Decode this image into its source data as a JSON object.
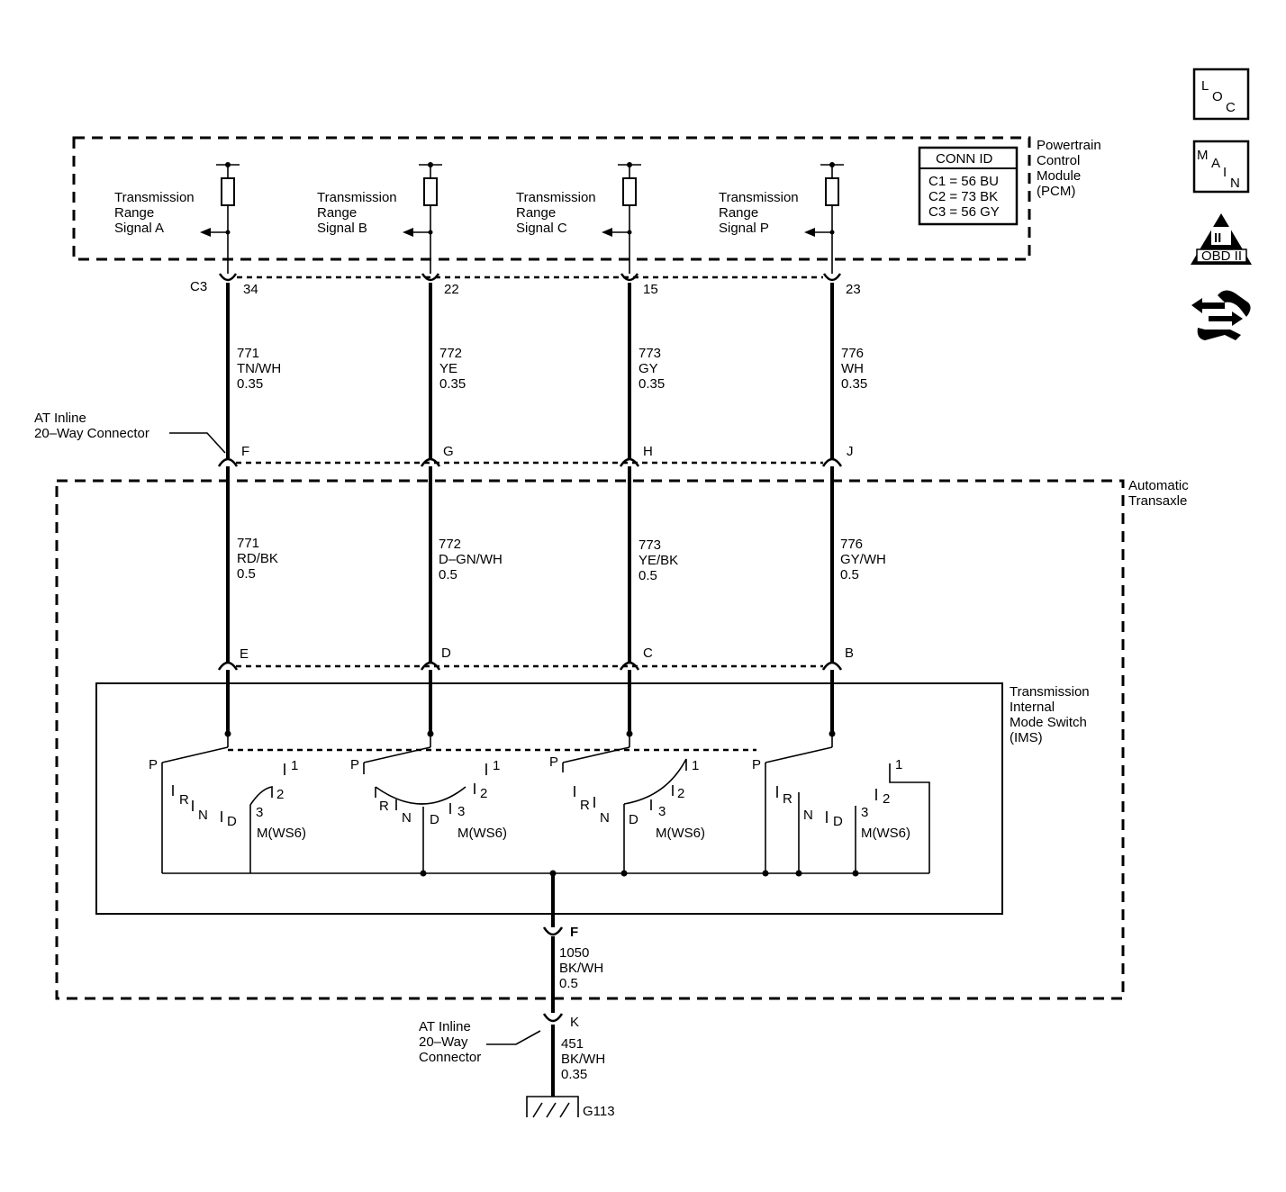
{
  "pcm": {
    "label_line1": "Powertrain",
    "label_line2": "Control",
    "label_line3": "Module",
    "label_line4": "(PCM)",
    "conn_id": {
      "title": "CONN ID",
      "row1": "C1 = 56 BU",
      "row2": "C2 = 73 BK",
      "row3": "C3 = 56 GY"
    },
    "connector": "C3",
    "signals": [
      {
        "line1": "Transmission",
        "line2": "Range",
        "line3": "Signal A",
        "pin": "34"
      },
      {
        "line1": "Transmission",
        "line2": "Range",
        "line3": "Signal B",
        "pin": "22"
      },
      {
        "line1": "Transmission",
        "line2": "Range",
        "line3": "Signal C",
        "pin": "15"
      },
      {
        "line1": "Transmission",
        "line2": "Range",
        "line3": "Signal P",
        "pin": "23"
      }
    ]
  },
  "upper_wires": [
    {
      "circuit": "771",
      "color": "TN/WH",
      "size": "0.35"
    },
    {
      "circuit": "772",
      "color": "YE",
      "size": "0.35"
    },
    {
      "circuit": "773",
      "color": "GY",
      "size": "0.35"
    },
    {
      "circuit": "776",
      "color": "WH",
      "size": "0.35"
    }
  ],
  "inline_connector_top": {
    "label_line1": "AT Inline",
    "label_line2": "20–Way Connector",
    "pins": [
      "F",
      "G",
      "H",
      "J"
    ]
  },
  "transaxle": {
    "label_line1": "Automatic",
    "label_line2": "Transaxle"
  },
  "lower_wires": [
    {
      "circuit": "771",
      "color": "RD/BK",
      "size": "0.5"
    },
    {
      "circuit": "772",
      "color": "D–GN/WH",
      "size": "0.5"
    },
    {
      "circuit": "773",
      "color": "YE/BK",
      "size": "0.5"
    },
    {
      "circuit": "776",
      "color": "GY/WH",
      "size": "0.5"
    }
  ],
  "ims_connector_pins": [
    "E",
    "D",
    "C",
    "B"
  ],
  "ims": {
    "label_line1": "Transmission",
    "label_line2": "Internal",
    "label_line3": "Mode Switch",
    "label_line4": "(IMS)",
    "positions": {
      "p": "P",
      "r": "R",
      "n": "N",
      "d": "D",
      "one": "1",
      "two": "2",
      "three": "3"
    },
    "m_label": "M(WS6)"
  },
  "ground_wire_1": {
    "pin": "F",
    "circuit": "1050",
    "color": "BK/WH",
    "size": "0.5"
  },
  "inline_connector_bottom": {
    "label_line1": "AT Inline",
    "label_line2": "20–Way",
    "label_line3": "Connector",
    "pin": "K"
  },
  "ground_wire_2": {
    "circuit": "451",
    "color": "BK/WH",
    "size": "0.35"
  },
  "ground": {
    "label": "G113"
  },
  "side_icons": {
    "loc": {
      "l": "L",
      "o": "O",
      "c": "C"
    },
    "main": {
      "m": "M",
      "a": "A",
      "i": "I",
      "n": "N"
    },
    "obd": {
      "roman": "II",
      "label": "OBD II"
    },
    "icons": [
      "loc-icon",
      "main-icon",
      "obd-ii-icon",
      "component-wrench-icon"
    ]
  }
}
